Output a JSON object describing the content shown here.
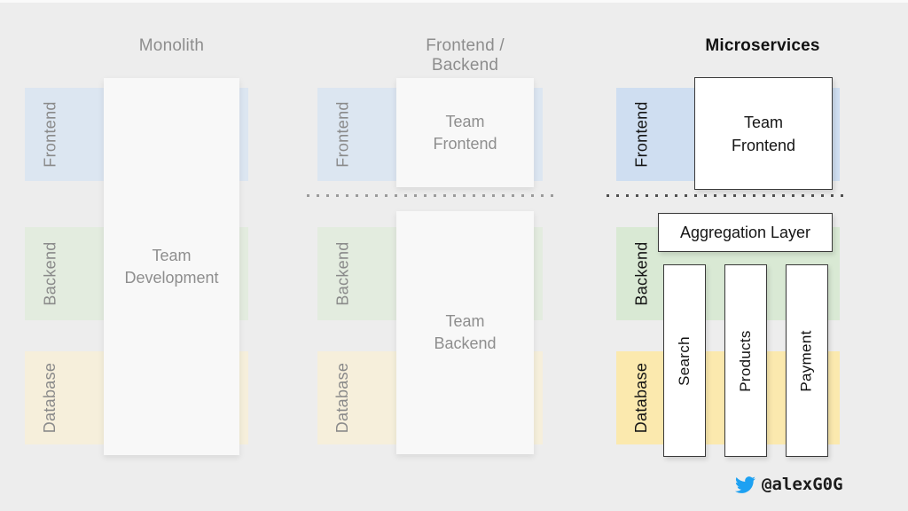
{
  "columns": {
    "monolith": {
      "title": "Monolith",
      "bands": {
        "frontend": "Frontend",
        "backend": "Backend",
        "database": "Database"
      },
      "card": {
        "line1": "Team",
        "line2": "Development"
      }
    },
    "frontend_backend": {
      "title": "Frontend / Backend",
      "bands": {
        "frontend": "Frontend",
        "backend": "Backend",
        "database": "Database"
      },
      "frontend_card": {
        "line1": "Team",
        "line2": "Frontend"
      },
      "backend_card": {
        "line1": "Team",
        "line2": "Backend"
      }
    },
    "microservices": {
      "title": "Microservices",
      "bands": {
        "frontend": "Frontend",
        "backend": "Backend",
        "database": "Database"
      },
      "frontend_card": {
        "line1": "Team",
        "line2": "Frontend"
      },
      "aggregation_label": "Aggregation Layer",
      "services": [
        "Search",
        "Products",
        "Payment"
      ]
    }
  },
  "footer": {
    "icon": "twitter-bird-icon",
    "handle": "@alexG0G"
  },
  "colors": {
    "background": "#ededed",
    "band_blue_muted": "#dce6f1",
    "band_green_muted": "#e3ecdf",
    "band_yellow_muted": "#f6efdb",
    "band_blue": "#cfdef1",
    "band_green": "#d9e9d4",
    "band_yellow": "#fbe9ae",
    "muted_text": "#8a8a8a",
    "dark_text": "#151515",
    "box_border": "#3a3a3a",
    "twitter_blue": "#1da1f2"
  }
}
